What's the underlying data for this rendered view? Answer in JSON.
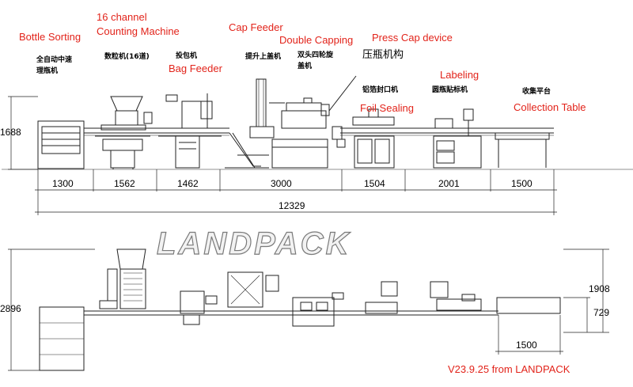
{
  "watermark": "LANDPACK",
  "version_note": "V23.9.25 from LANDPACK",
  "stations_en": {
    "bottle_sorting": "Bottle Sorting",
    "counting_line1": "16 channel",
    "counting_line2": "Counting Machine",
    "bag_feeder": "Bag Feeder",
    "cap_feeder": "Cap Feeder",
    "double_capping": "Double Capping",
    "press_cap": "Press Cap device",
    "labeling": "Labeling",
    "foil_sealing": "Foil Sealing",
    "collection_table": "Collection Table"
  },
  "stations_cn": {
    "bottle_sorting_1": "全自动中速",
    "bottle_sorting_2": "理瓶机",
    "counting": "数粒机(16道)",
    "bag_feeder": "投包机",
    "cap_feeder": "提升上盖机",
    "capping_1": "双头四轮旋",
    "capping_2": "盖机",
    "press_cap": "压瓶机构",
    "foil_sealing": "铝箔封口机",
    "labeling": "圆瓶贴标机",
    "collection": "收集平台"
  },
  "side_view": {
    "height": "1688",
    "segments": [
      "1300",
      "1562",
      "1462",
      "3000",
      "1504",
      "2001",
      "1500"
    ],
    "total_length": "12329"
  },
  "top_view": {
    "total_width": "2896",
    "right_width": "1908",
    "table_width": "729",
    "table_length": "1500"
  },
  "colors": {
    "label_red": "#e2231a",
    "line": "#222222"
  }
}
